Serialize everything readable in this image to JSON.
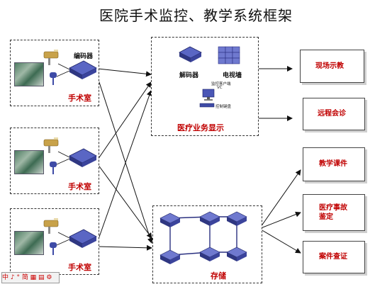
{
  "title": "医院手术监控、教学系统框架",
  "operating_rooms": [
    {
      "label": "手术室",
      "encoder_label": "编码器"
    },
    {
      "label": "手术室"
    },
    {
      "label": "手术室"
    }
  ],
  "display_panel": {
    "decoder_label": "解码器",
    "tv_wall_label": "电视墙",
    "client_label": "监控客户端",
    "client_sub": "VC",
    "keyboard_label": "控制键盘",
    "caption": "医疗业务显示"
  },
  "storage_panel": {
    "caption": "存储"
  },
  "outputs": [
    {
      "label": "现场示教"
    },
    {
      "label": "远程会诊"
    },
    {
      "label": "教学课件"
    },
    {
      "label": "医疗事故\n鉴定"
    },
    {
      "label": "案件查证"
    }
  ],
  "taskbar": {
    "text": "中 ♪ ° 简 ▦ ▤ ⚙"
  },
  "colors": {
    "accent_red": "#c00000",
    "device_blue": "#4a56b5",
    "camera_gold": "#c8a24a"
  }
}
